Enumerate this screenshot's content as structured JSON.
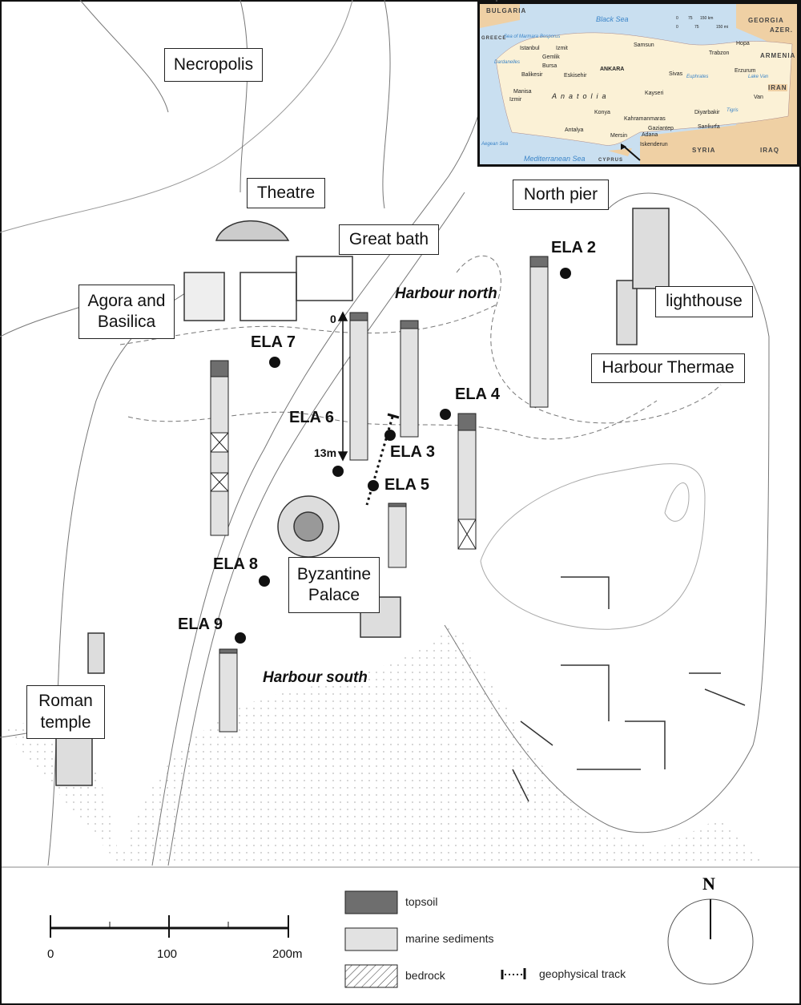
{
  "sites": {
    "necropolis": "Necropolis",
    "theatre": "Theatre",
    "great_bath": "Great bath",
    "north_pier": "North pier",
    "lighthouse": "lighthouse",
    "harbour_thermae": "Harbour Thermae",
    "agora": "Agora and Basilica",
    "byzantine_palace": "Byzantine Palace",
    "roman_temple": "Roman temple"
  },
  "areas": {
    "harbour_north": "Harbour north",
    "harbour_south": "Harbour south"
  },
  "cores": {
    "ela2": "ELA 2",
    "ela3": "ELA 3",
    "ela4": "ELA 4",
    "ela5": "ELA 5",
    "ela6": "ELA 6",
    "ela7": "ELA 7",
    "ela8": "ELA 8",
    "ela9": "ELA 9"
  },
  "depth_scale": {
    "top": "0",
    "bottom": "13m"
  },
  "legend": {
    "topsoil": "topsoil",
    "marine": "marine sediments",
    "bedrock": "bedrock",
    "track": "geophysical track"
  },
  "scale_bar": {
    "l0": "0",
    "l1": "100",
    "l2": "200m"
  },
  "north": "N",
  "colors": {
    "topsoil": "#6e6e6e",
    "marine": "#e2e2e2",
    "land": "#fbf1d6",
    "sea": "#c9dff0",
    "foreign": "#efd0a4"
  },
  "inset": {
    "countries": [
      "BULGARIA",
      "GEORGIA",
      "AZER.",
      "ARMENIA",
      "SYRIA",
      "IRAQ",
      "CYPRUS",
      "GREECE",
      "IRAN"
    ],
    "seas": [
      "Black Sea",
      "Mediterranean Sea",
      "Aegean Sea",
      "Sea of Marmara",
      "Bosporus",
      "Dardanelles",
      "Lake Van",
      "Euphrates",
      "Tigris"
    ],
    "region": "Anatolia",
    "capital": "ANKARA",
    "cities": [
      "Istanbul",
      "Izmit",
      "Gemlik",
      "Bursa",
      "Balikesir",
      "Eskisehir",
      "Manisa",
      "Izmir",
      "Konya",
      "Antalya",
      "Samsun",
      "Trabzon",
      "Hopa",
      "Sivas",
      "Erzurum",
      "Kayseri",
      "Kahramanmaras",
      "Gaziantep",
      "Adana",
      "Mersin",
      "Iskenderun",
      "Diyarbakir",
      "Sanliurfa",
      "Van"
    ],
    "scale": [
      "0",
      "75",
      "150 km",
      "0",
      "75",
      "150 mi"
    ]
  }
}
